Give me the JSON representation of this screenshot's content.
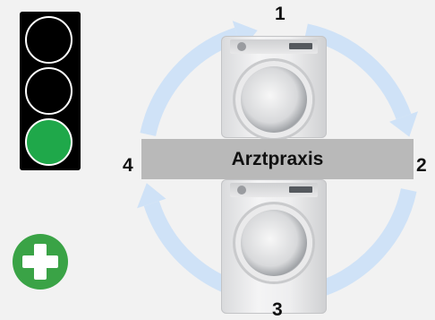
{
  "traffic_light": {
    "lamps": [
      {
        "name": "red",
        "active": false,
        "color": "#000000"
      },
      {
        "name": "yellow",
        "active": false,
        "color": "#000000"
      },
      {
        "name": "green",
        "active": true,
        "color": "#1fa84a"
      }
    ],
    "border_color": "#ffffff"
  },
  "cycle": {
    "label": "Arztpraxis",
    "steps": [
      "1",
      "2",
      "3",
      "4"
    ],
    "ring_color": "#cfe2f7"
  },
  "add_button": {
    "color": "#3aa346",
    "icon": "plus-icon"
  }
}
